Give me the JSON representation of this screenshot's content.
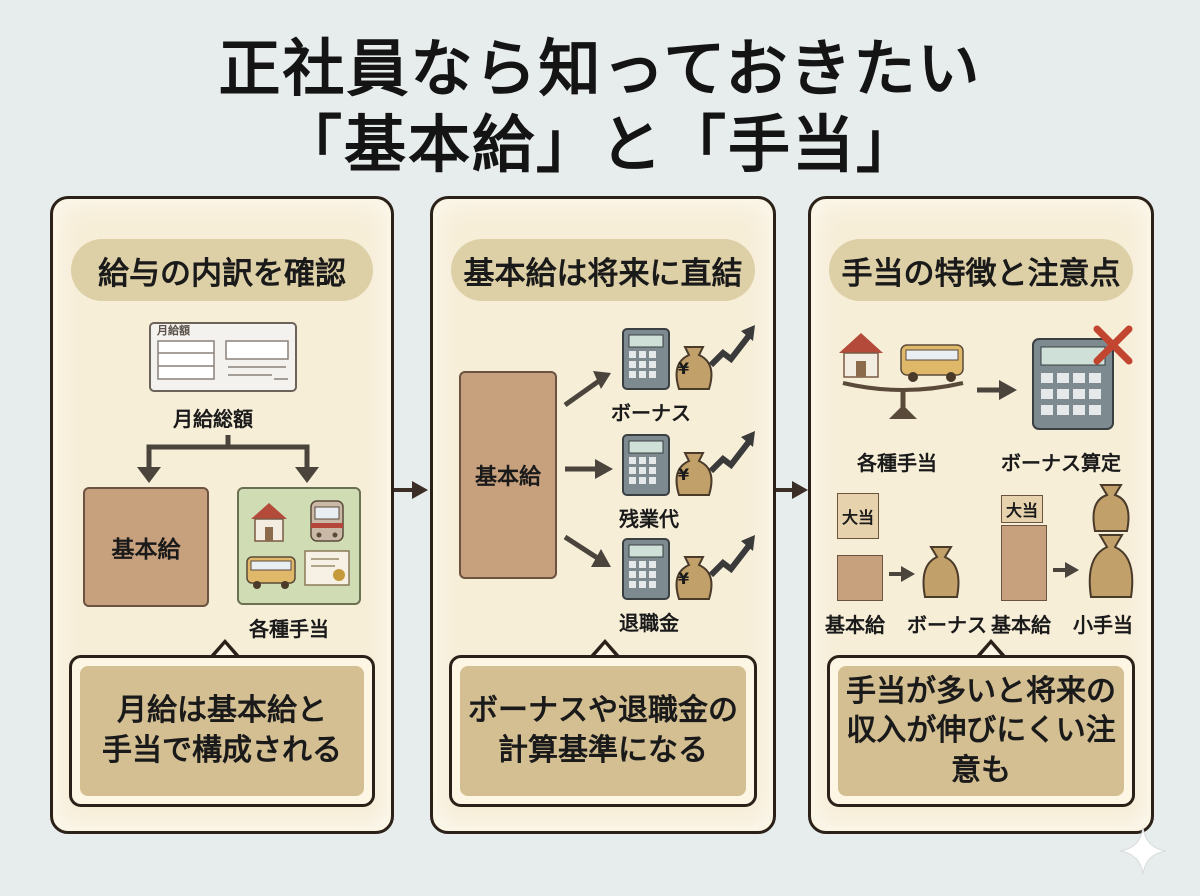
{
  "title": {
    "line1": "正社員なら知っておきたい",
    "line2": "「基本給」と「手当」"
  },
  "panels": [
    {
      "heading": "給与の内訳を確認",
      "payslip_label": "月給額",
      "total_label": "月給総額",
      "base_label": "基本給",
      "allowance_label": "各種手当",
      "caption": "月給は基本給と\n手当で構成される"
    },
    {
      "heading": "基本給は将来に直結",
      "base_label": "基本給",
      "items": [
        "ボーナス",
        "残業代",
        "退職金"
      ],
      "caption": "ボーナスや退職金の\n計算基準になる"
    },
    {
      "heading": "手当の特徴と注意点",
      "allowance_label": "各種手当",
      "bonus_calc_label": "ボーナス算定",
      "tag_label": "大当",
      "left_labels": [
        "基本給",
        "ボーナス"
      ],
      "right_labels": [
        "基本給",
        "小手当"
      ],
      "caption": "手当が多いと将来の\n収入が伸びにくい注意も"
    }
  ],
  "icons": {
    "coin_symbol": "¥"
  },
  "colors": {
    "panel_bg": "#f7eed8",
    "heading_bg": "#ddcfa6",
    "caption_bg": "#d4bf93",
    "base_box": "#c7a07d",
    "allowance_box": "#cfdcb4",
    "border": "#2b2118"
  }
}
